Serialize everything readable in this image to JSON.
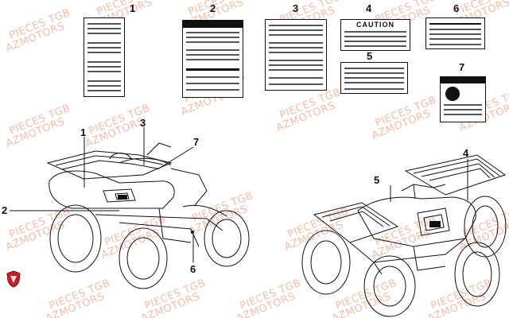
{
  "diagram": {
    "watermark": {
      "line1": "PIECES TGB",
      "line2": "AZMOTORS"
    },
    "callout_numbers": [
      "1",
      "2",
      "3",
      "4",
      "5",
      "6",
      "7"
    ],
    "caution_label_title": "CAUTION",
    "colors": {
      "line": "#111111",
      "watermark": "#f3b09a",
      "logo_red": "#c8202a",
      "background": "#ffffff"
    },
    "logo_icon": "shield-logo-icon"
  }
}
